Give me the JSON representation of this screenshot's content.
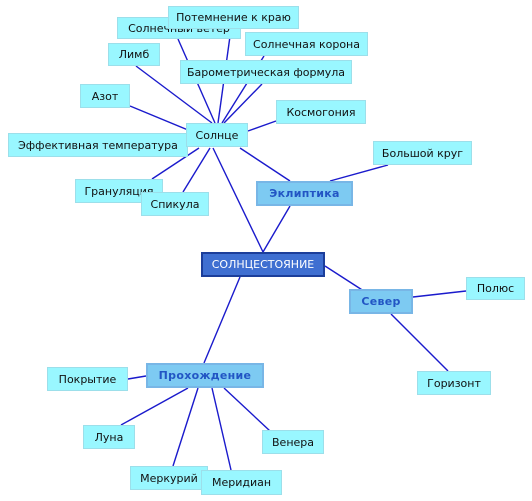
{
  "colors": {
    "edge": "#1a1acc",
    "leaf": "#99f7ff",
    "hub": "#7dcaf2",
    "root": "#3f6fd1"
  },
  "diagram": {
    "root": "СОЛНЦЕСТОЯНИЕ",
    "hubs": {
      "sun": "Солнце",
      "ecliptic": "Эклиптика",
      "north": "Север",
      "passage": "Прохождение"
    },
    "sun_children": {
      "darkening": "Потемнение к краю",
      "solar_wind": "Солнечный ветер",
      "corona": "Солнечная корона",
      "limb": "Лимб",
      "barometric": "Барометрическая формула",
      "nitrogen": "Азот",
      "cosmogony": "Космогония",
      "effective_temp": "Эффективная температура",
      "granulation": "Грануляция",
      "spicule": "Спикула"
    },
    "ecliptic_children": {
      "great_circle": "Большой круг"
    },
    "north_children": {
      "pole": "Полюс",
      "horizon": "Горизонт"
    },
    "passage_children": {
      "covering": "Покрытие",
      "moon": "Луна",
      "venus": "Венера",
      "mercury": "Меркурий",
      "meridian": "Меридиан"
    }
  }
}
